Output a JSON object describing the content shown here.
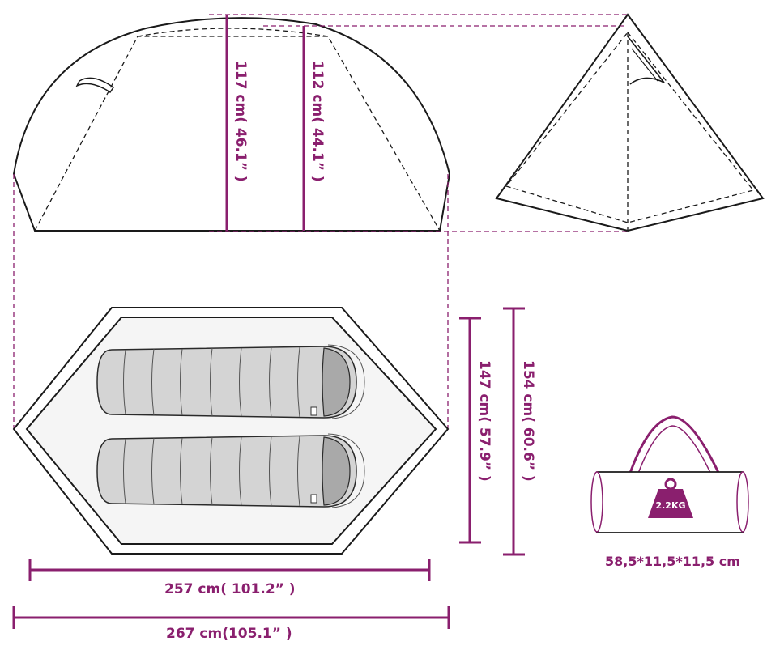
{
  "colors": {
    "dimension": "#8a1f6e",
    "line": "#1a1a1a",
    "floor": "#f5f5f5",
    "bag_fill": "#d4d4d4",
    "bag_hood": "#a9a9a9",
    "weight_badge": "#8a1f6e",
    "weight_text": "#ffffff"
  },
  "dimensions": {
    "outer_height": "117 cm( 46.1” )",
    "inner_height": "112 cm( 44.1” )",
    "inner_width": "147 cm( 57.9” )",
    "outer_width": "154 cm( 60.6” )",
    "inner_length": "257 cm( 101.2” )",
    "outer_length": "267 cm(105.1” )"
  },
  "package": {
    "weight": "2.2KG",
    "size": "58,5*11,5*11,5 cm"
  },
  "icons": {
    "side_view": "tent-side-icon",
    "front_view": "tent-front-icon",
    "floor_plan": "tent-floor-icon",
    "sleeping_bag": "sleeping-bag-icon",
    "carry_bag": "carry-bag-icon",
    "weight": "weight-icon"
  }
}
